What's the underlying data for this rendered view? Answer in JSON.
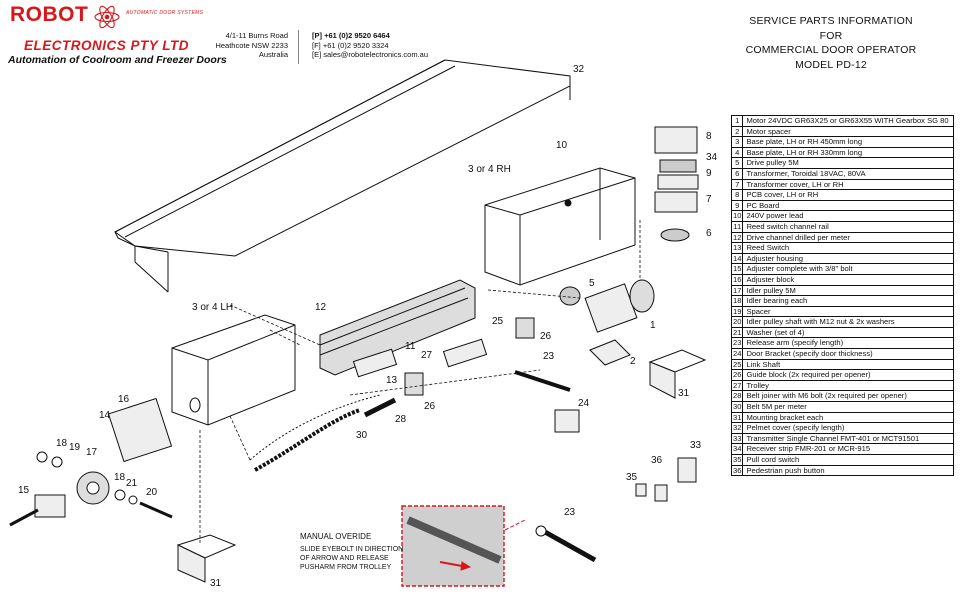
{
  "header": {
    "brand": "ROBOT",
    "brand_sub": "AUTOMATIC DOOR SYSTEMS",
    "company": "ELECTRONICS PTY LTD",
    "tagline": "Automation of Coolroom and Freezer Doors",
    "address": [
      "4/1-11 Burns Road",
      "Heathcote NSW 2233",
      "Australia"
    ],
    "contact": [
      {
        "tag": "[P]",
        "value": "+61 (0)2 9520 6464"
      },
      {
        "tag": "[F]",
        "value": "+61 (0)2 9520 3324"
      },
      {
        "tag": "[E]",
        "value": "sales@robotelectronics.com.au"
      }
    ]
  },
  "title": {
    "line1": "SERVICE  PARTS INFORMATION",
    "line2": "FOR",
    "line3": "COMMERCIAL  DOOR OPERATOR",
    "line4": "MODEL PD-12"
  },
  "parts": [
    {
      "no": "1",
      "desc": "Motor 24VDC  GR63X25 or GR63X55  WITH Gearbox SG 80"
    },
    {
      "no": "2",
      "desc": "Motor spacer"
    },
    {
      "no": "3",
      "desc": "Base plate, LH or RH 450mm long"
    },
    {
      "no": "4",
      "desc": "Base plate, LH or RH 330mm long"
    },
    {
      "no": "5",
      "desc": "Drive pulley 5M"
    },
    {
      "no": "6",
      "desc": "Transformer, Toroidal 18VAC, 80VA"
    },
    {
      "no": "7",
      "desc": "Transformer cover, LH or RH"
    },
    {
      "no": "8",
      "desc": "PCB cover, LH or RH"
    },
    {
      "no": "9",
      "desc": "PC Board"
    },
    {
      "no": "10",
      "desc": "240V power lead"
    },
    {
      "no": "11",
      "desc": "Reed switch channel rail"
    },
    {
      "no": "12",
      "desc": "Drive channel drilled per meter"
    },
    {
      "no": "13",
      "desc": "Reed Switch"
    },
    {
      "no": "14",
      "desc": "Adjuster housing"
    },
    {
      "no": "15",
      "desc": "Adjuster complete with 3/8\" bolt"
    },
    {
      "no": "16",
      "desc": "Adjuster block"
    },
    {
      "no": "17",
      "desc": "Idler pulley 5M"
    },
    {
      "no": "18",
      "desc": "Idler bearing each"
    },
    {
      "no": "19",
      "desc": "Spacer"
    },
    {
      "no": "20",
      "desc": "Idler pulley shaft with M12 nut & 2x washers"
    },
    {
      "no": "21",
      "desc": "Washer (set of 4)"
    },
    {
      "no": "23",
      "desc": "Release arm (specify length)"
    },
    {
      "no": "24",
      "desc": "Door Bracket (specify door thickness)"
    },
    {
      "no": "25",
      "desc": "Link Shaft"
    },
    {
      "no": "26",
      "desc": "Guide block  (2x required per opener)"
    },
    {
      "no": "27",
      "desc": "Trolley"
    },
    {
      "no": "28",
      "desc": "Belt joiner with M6 bolt (2x required per opener)"
    },
    {
      "no": "30",
      "desc": "Belt 5M per meter"
    },
    {
      "no": "31",
      "desc": "Mounting bracket each"
    },
    {
      "no": "32",
      "desc": "Pelmet cover (specify length)"
    },
    {
      "no": "33",
      "desc": "Transmitter Single Channel  FMT-401  or  MCT91501"
    },
    {
      "no": "34",
      "desc": "Receiver strip FMR-201  or  MCR-915"
    },
    {
      "no": "35",
      "desc": "Pull cord switch"
    },
    {
      "no": "36",
      "desc": "Pedestrian push button"
    }
  ],
  "callouts": {
    "c32": "32",
    "c10": "10",
    "rh": "3 or 4  RH",
    "c8": "8",
    "c34": "34",
    "c9": "9",
    "c7": "7",
    "c6": "6",
    "c5": "5",
    "c1": "1",
    "c2": "2",
    "lh": "3 or 4  LH",
    "c12": "12",
    "c25": "25",
    "c26a": "26",
    "c11": "11",
    "c27": "27",
    "c23a": "23",
    "c13": "13",
    "c26b": "26",
    "c28": "28",
    "c31a": "31",
    "c24": "24",
    "c16": "16",
    "c14": "14",
    "c30": "30",
    "c18a": "18",
    "c19": "19",
    "c17": "17",
    "c18b": "18",
    "c21": "21",
    "c20": "20",
    "c15": "15",
    "c33": "33",
    "c36": "36",
    "c35": "35",
    "c23b": "23",
    "c31b": "31"
  },
  "manual": {
    "title": "MANUAL OVERIDE",
    "lines": [
      "SLIDE EYEBOLT IN DIRECTION",
      "OF ARROW AND RELEASE",
      "PUSHARM FROM TROLLEY"
    ]
  },
  "colors": {
    "brand": "#d8171b",
    "line": "#111111"
  }
}
